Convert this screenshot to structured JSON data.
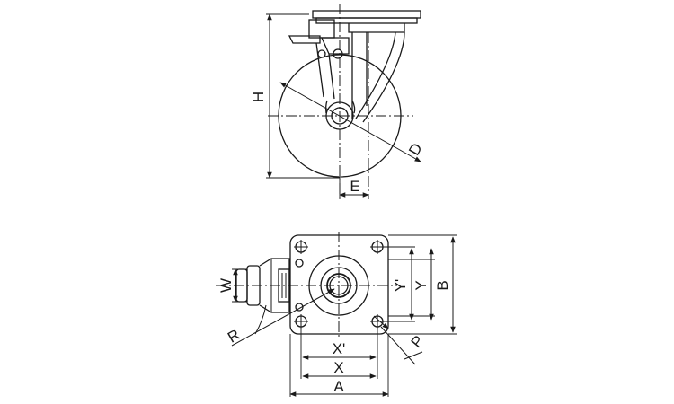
{
  "side_view": {
    "labels": {
      "height": "H",
      "diameter": "D",
      "offset": "E"
    }
  },
  "top_view": {
    "labels": {
      "width_w": "W",
      "radius": "R",
      "hole": "P",
      "x_prime": "X'",
      "x": "X",
      "a": "A",
      "y_prime": "Y'",
      "y": "Y",
      "b": "B"
    }
  },
  "colors": {
    "line": "#1a1a1a",
    "background": "#ffffff"
  }
}
